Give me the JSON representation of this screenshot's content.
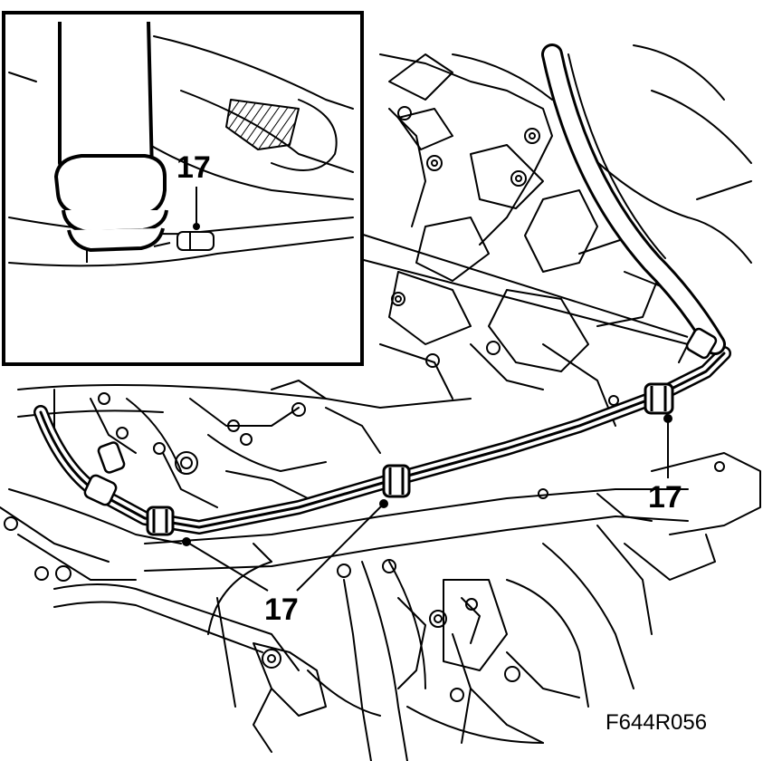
{
  "callouts": {
    "inset_label": "17",
    "right_label": "17",
    "bottom_label": "17"
  },
  "figure_ref": "F644R056"
}
